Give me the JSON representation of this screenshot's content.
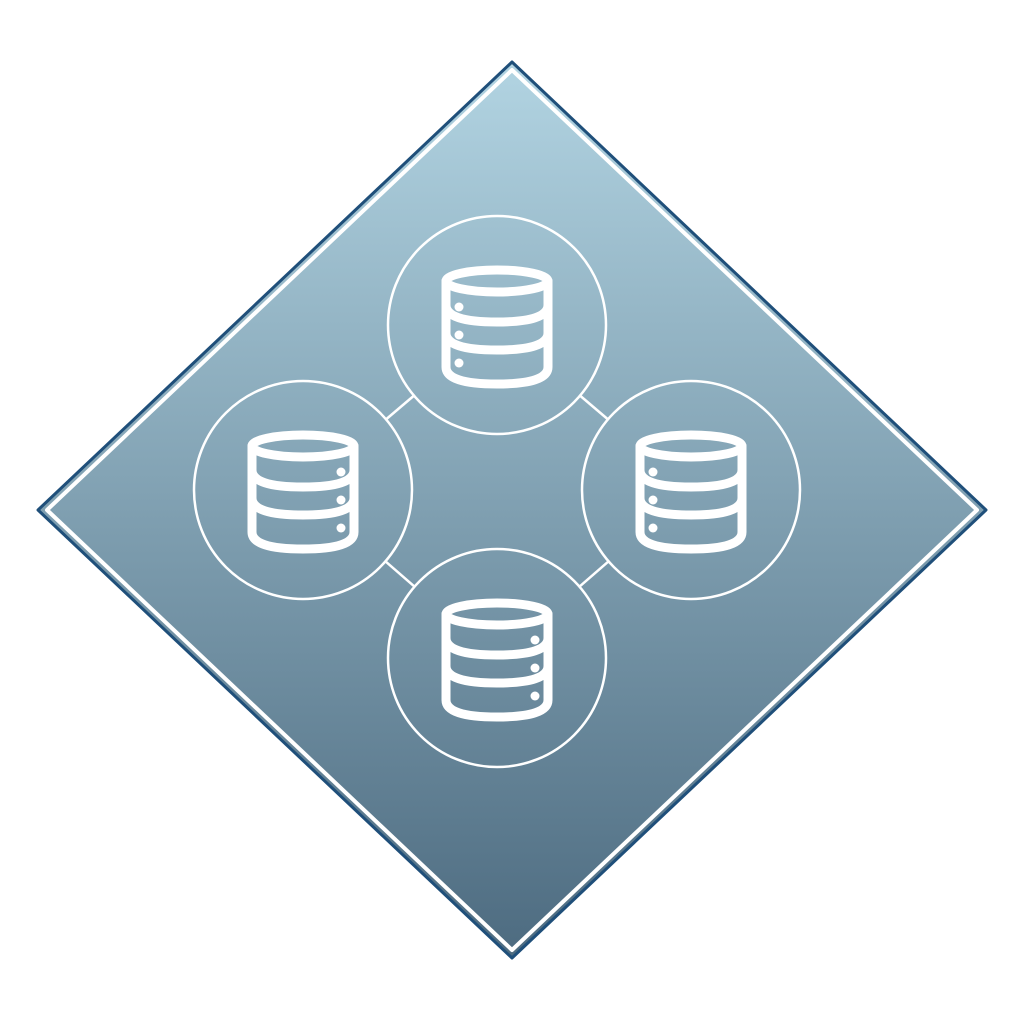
{
  "emblem": {
    "shape": "diamond",
    "gradient_top": "#b2d4e2",
    "gradient_bottom": "#4d6b80",
    "outline_color": "#1f4f7a",
    "inner_border_color": "#ffffff",
    "line_color": "#ffffff"
  },
  "nodes": [
    {
      "name": "database-node-top",
      "icon": "database-icon",
      "dots_side": "left"
    },
    {
      "name": "database-node-left",
      "icon": "database-icon",
      "dots_side": "right"
    },
    {
      "name": "database-node-right",
      "icon": "database-icon",
      "dots_side": "left"
    },
    {
      "name": "database-node-bottom",
      "icon": "database-icon",
      "dots_side": "right"
    }
  ],
  "connections": [
    [
      "database-node-top",
      "database-node-left"
    ],
    [
      "database-node-top",
      "database-node-right"
    ],
    [
      "database-node-left",
      "database-node-bottom"
    ],
    [
      "database-node-right",
      "database-node-bottom"
    ]
  ]
}
